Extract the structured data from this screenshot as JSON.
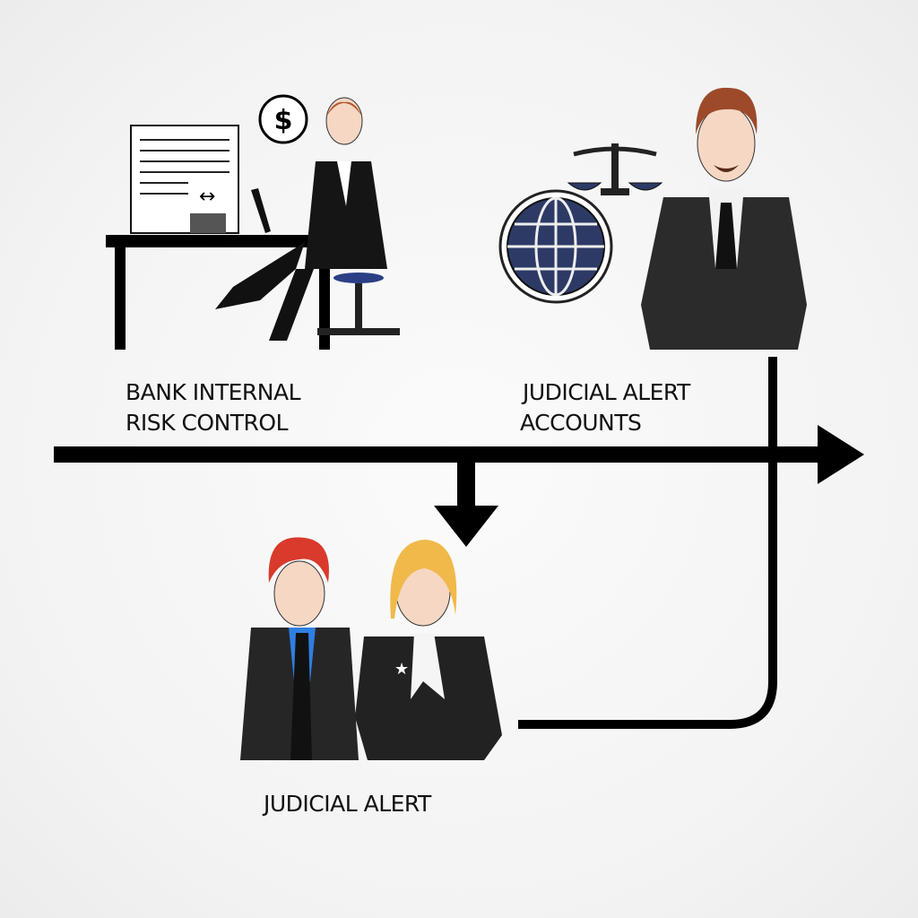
{
  "labels": {
    "bank_line1": "BANK INTERNAL",
    "bank_line2": "RISK CONTROL",
    "accounts_line1": "JUDICIAL ALERT",
    "accounts_line2": "ACCOUNTS",
    "judicial_alert": "JUDICIAL ALERT"
  },
  "icons": {
    "dollar": "$",
    "transfer": "↔"
  },
  "colors": {
    "line": "#000000",
    "suit": "#2a2a2a",
    "globe": "#2d3a66",
    "hair_red": "#d93a2b",
    "hair_blonde": "#f0b94a",
    "hair_brown": "#9c4a2a",
    "shirt_blue": "#2f7fe0"
  }
}
